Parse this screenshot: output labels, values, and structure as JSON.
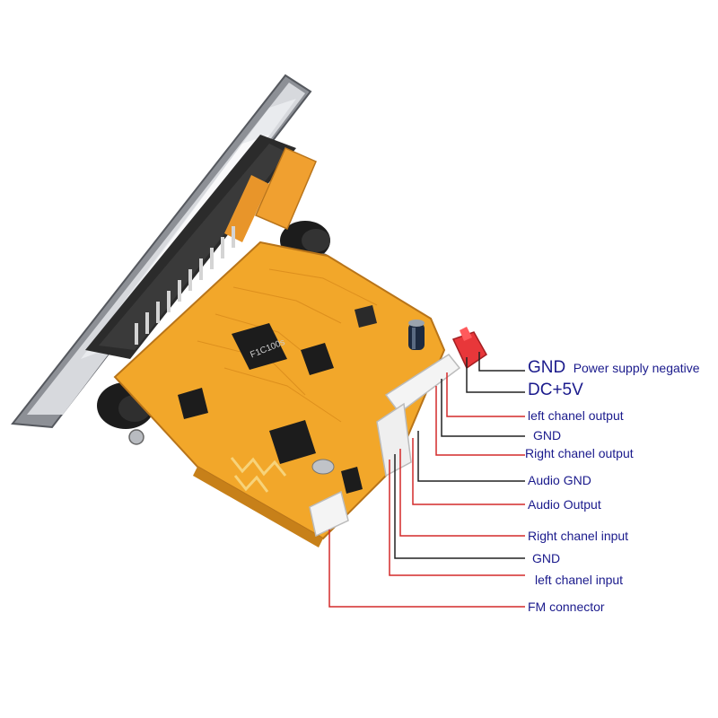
{
  "chip_marking": "F1C100s",
  "colors": {
    "pcb": "#f2a72a",
    "leader_red": "#d42a2a",
    "leader_black": "#222222",
    "label_text": "#1a1a8c",
    "faceplate": "#c9ccd1",
    "connector_red": "#e8373a"
  },
  "labels": {
    "gnd_power": {
      "main": "GND",
      "desc": "Power supply negative"
    },
    "dc5v": "DC+5V",
    "left_out": "left chanel output",
    "gnd1": "GND",
    "right_out": "Right chanel output",
    "audio_gnd": "Audio GND",
    "audio_out": "Audio Output",
    "right_in": "Right chanel input",
    "gnd2": "GND",
    "left_in": "left chanel input",
    "fm": "FM connector"
  }
}
